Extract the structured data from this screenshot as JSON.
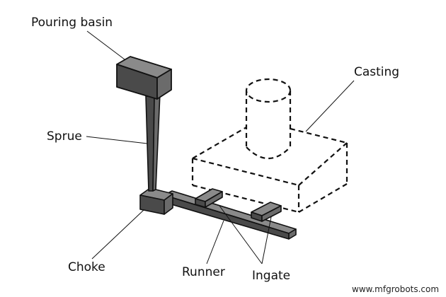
{
  "labels": {
    "pouring_basin": "Pouring basin",
    "casting": "Casting",
    "sprue": "Sprue",
    "choke": "Choke",
    "runner": "Runner",
    "ingate": "Ingate"
  },
  "watermark": "www.mfgrobots.com",
  "colors": {
    "solid_fill_dark": "#4a4a4a",
    "solid_fill_mid": "#6b6b6b",
    "solid_fill_light": "#8a8a8a",
    "outline": "#111111",
    "dashed_outline": "#111111"
  }
}
